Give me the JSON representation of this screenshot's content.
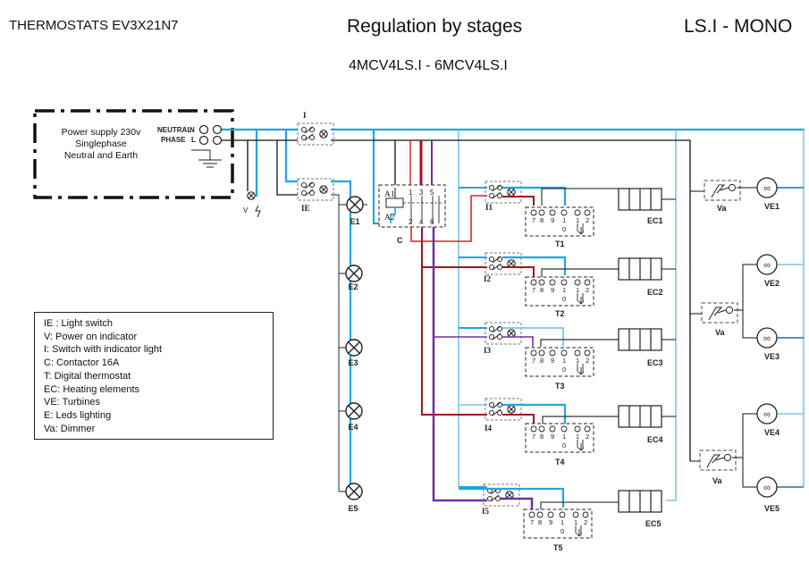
{
  "header": {
    "left_title": "THERMOSTATS  EV3X21N7",
    "center_title": "Regulation by stages",
    "right_title": "LS.I  - MONO",
    "subtitle": "4MCV4LS.I - 6MCV4LS.I"
  },
  "colors": {
    "neutral_wire": "#1ea7e1",
    "neutral_light_wire": "#7cc6ea",
    "phase_wire": "#111111",
    "stage1_wire": "#e0242a",
    "stage2_wire": "#a3141c",
    "stage3_wire": "#7030a0"
  },
  "power_supply": {
    "lines": [
      "Power supply 230v",
      "Singlephase",
      "Neutral and Earth"
    ],
    "neutral_label": "NEUTRAL",
    "neutral_terminal": "N",
    "phase_label": "PHASE",
    "phase_terminal": "L"
  },
  "components": {
    "indicator_v": "V",
    "main_switch": "I",
    "light_switch": "IE",
    "contactor": "C",
    "contactor_coil": [
      "A1",
      "A2"
    ],
    "contactor_terminals_top": [
      "1",
      "3",
      "5"
    ],
    "contactor_terminals_bottom": [
      "2",
      "4",
      "6"
    ],
    "leds": [
      "E1",
      "E2",
      "E3",
      "E4",
      "E5"
    ],
    "stage_switches": [
      "I1",
      "I2",
      "I3",
      "I4",
      "I5"
    ],
    "thermostats": [
      "T1",
      "T2",
      "T3",
      "T4",
      "T5"
    ],
    "thermostat_terminals": [
      "7",
      "8",
      "9",
      "1",
      "1",
      "2"
    ],
    "thermostat_terminal_sub": "0",
    "heaters": [
      "EC1",
      "EC2",
      "EC3",
      "EC4",
      "EC5"
    ],
    "dimmers": [
      "Va",
      "Va",
      "Va"
    ],
    "turbines": [
      "VE1",
      "VE2",
      "VE3",
      "VE4",
      "VE5"
    ],
    "turbine_symbol": "∞"
  },
  "legend": {
    "items": [
      "IE : Light switch",
      "V: Power on indicator",
      "I: Switch with indicator light",
      "C: Contactor 16A",
      "T: Digital thermostat",
      "EC: Heating elements",
      "VE: Turbines",
      "E: Leds lighting",
      "Va: Dimmer"
    ]
  }
}
